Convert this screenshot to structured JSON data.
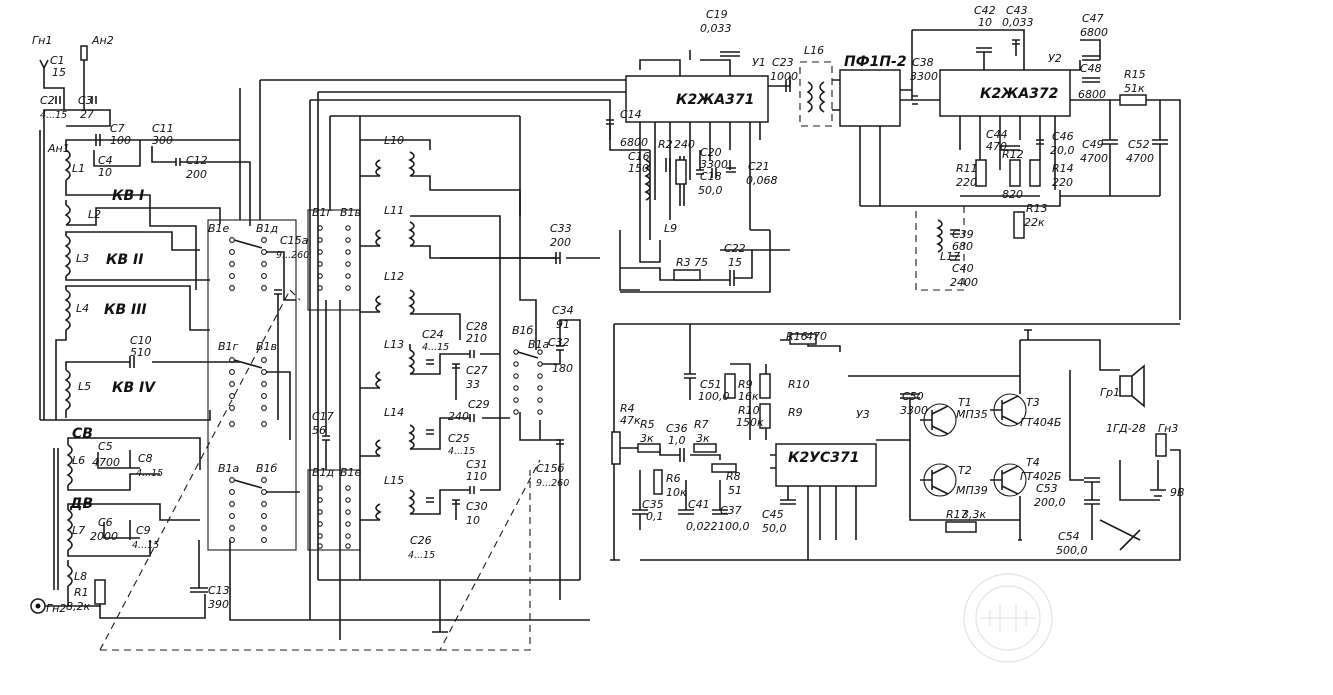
{
  "labels": {
    "gn1": "Гн1",
    "an2": "Ан2",
    "an1": "Ан1",
    "c1": "C1",
    "c1v": "15",
    "c2": "C2",
    "c2v": "4...15",
    "c3": "C3",
    "c3v": "27",
    "c4": "C4",
    "c4v": "10",
    "c7": "C7",
    "c7v": "100",
    "c11": "C11",
    "c11v": "300",
    "c12": "C12",
    "c12v": "200",
    "l1": "L1",
    "l2": "L2",
    "l3": "L3",
    "l4": "L4",
    "l5": "L5",
    "kv1": "КВ I",
    "kv2": "КВ II",
    "kv3": "КВ III",
    "kv4": "КВ IV",
    "c10": "C10",
    "c10v": "510",
    "sv": "СВ",
    "dv": "ДВ",
    "l6": "L6",
    "l7": "L7",
    "l8": "L8",
    "c5": "C5",
    "c5v": "4700",
    "c8": "C8",
    "c8v": "4...15",
    "c6": "C6",
    "c6v": "2000",
    "c9": "C9",
    "c9v": "4...15",
    "r1": "R1",
    "r1v": "8,2к",
    "gn2": "Гн2",
    "c13": "C13",
    "c13v": "390",
    "c15a": "C15а",
    "c15av": "9...260",
    "c17": "C17",
    "c17v": "56",
    "b1e": "B1е",
    "b1d": "B1д",
    "b1g": "B1г",
    "b1v": "B1в",
    "b1b": "B1б",
    "b1a": "B1а",
    "l10": "L10",
    "l11": "L11",
    "l12": "L12",
    "l13": "L13",
    "l14": "L14",
    "l15": "L15",
    "c24": "C24",
    "c24v": "4...15",
    "c25": "C25",
    "c25v": "4...15",
    "c26": "C26",
    "c26v": "4...15",
    "c27": "C27",
    "c27v": "33",
    "c28": "C28",
    "c28v": "210",
    "c29": "C29",
    "c29v": "240",
    "c30": "C30",
    "c30v": "10",
    "c31": "C31",
    "c31v": "110",
    "c32": "C32",
    "c32v": "180",
    "c33": "C33",
    "c33v": "200",
    "c34": "C34",
    "c34v": "91",
    "c15b": "C15б",
    "c15bv": "9...260",
    "c19": "C19",
    "c19v": "0,033",
    "u1": "У1",
    "u1chip": "К2ЖА371",
    "c14": "C14",
    "c14v": "6800",
    "c16": "C16",
    "c16v": "150",
    "r2": "R2",
    "r2v": "240",
    "c20": "C20",
    "c20v": "3300",
    "c21": "C21",
    "c21v": "0,068",
    "c18": "C18",
    "c18v": "50,0",
    "l9": "L9",
    "r3": "R3",
    "r3v": "75",
    "c22": "C22",
    "c22v": "15",
    "c23": "C23",
    "c23v": "1000",
    "l16": "L16",
    "pf": "ПФ1П-2",
    "c38": "C38",
    "c38v": "3300",
    "c42": "C42",
    "c42v": "10",
    "c43": "C43",
    "c43v": "0,033",
    "u2": "У2",
    "u2chip": "К2ЖА372",
    "c47": "C47",
    "c47v": "6800",
    "c48": "C48",
    "c48v": "6800",
    "r15": "R15",
    "r15v": "51к",
    "c44": "C44",
    "c44v": "470",
    "c46": "C46",
    "c46v": "20,0",
    "c49": "C49",
    "c49v": "4700",
    "c52": "C52",
    "c52v": "4700",
    "r11": "R11",
    "r11v": "220",
    "r12": "R12",
    "r12v": "820",
    "r14": "R14",
    "r14v": "220",
    "r13": "R13",
    "r13v": "22к",
    "l17": "L17",
    "c39": "C39",
    "c39v": "680",
    "c40": "C40",
    "c40v": "2400",
    "r16": "R16",
    "r16v": "470",
    "c51": "C51",
    "c51v": "100,0",
    "r9": "R9",
    "r9v": "16к",
    "r10": "R10",
    "r10v": "150к",
    "r4": "R4",
    "r4v": "47к",
    "r5": "R5",
    "r5v": "3к",
    "c36": "C36",
    "c36v": "1,0",
    "r7": "R7",
    "r7v": "3к",
    "r6": "R6",
    "r6v": "10к",
    "r8": "R8",
    "r8v": "51",
    "c35": "C35",
    "c35v": "0,1",
    "c41": "C41",
    "c41v": "0,022",
    "c37": "C37",
    "c37v": "100,0",
    "c45": "C45",
    "c45v": "50,0",
    "u3": "У3",
    "u3chip": "К2УС371",
    "c50": "C50",
    "c50v": "3300",
    "t1": "T1",
    "t1v": "МП35",
    "t2": "T2",
    "t2v": "МП39",
    "t3": "T3",
    "t3v": "ГТ404Б",
    "t4": "T4",
    "t4v": "ГТ402Б",
    "r17": "R17",
    "r17v": "3,3к",
    "c53": "C53",
    "c53v": "200,0",
    "c54": "C54",
    "c54v": "500,0",
    "gr1": "Гр1",
    "gr1v": "1ГД-28",
    "gn3": "Гн3",
    "bat": "9В"
  }
}
